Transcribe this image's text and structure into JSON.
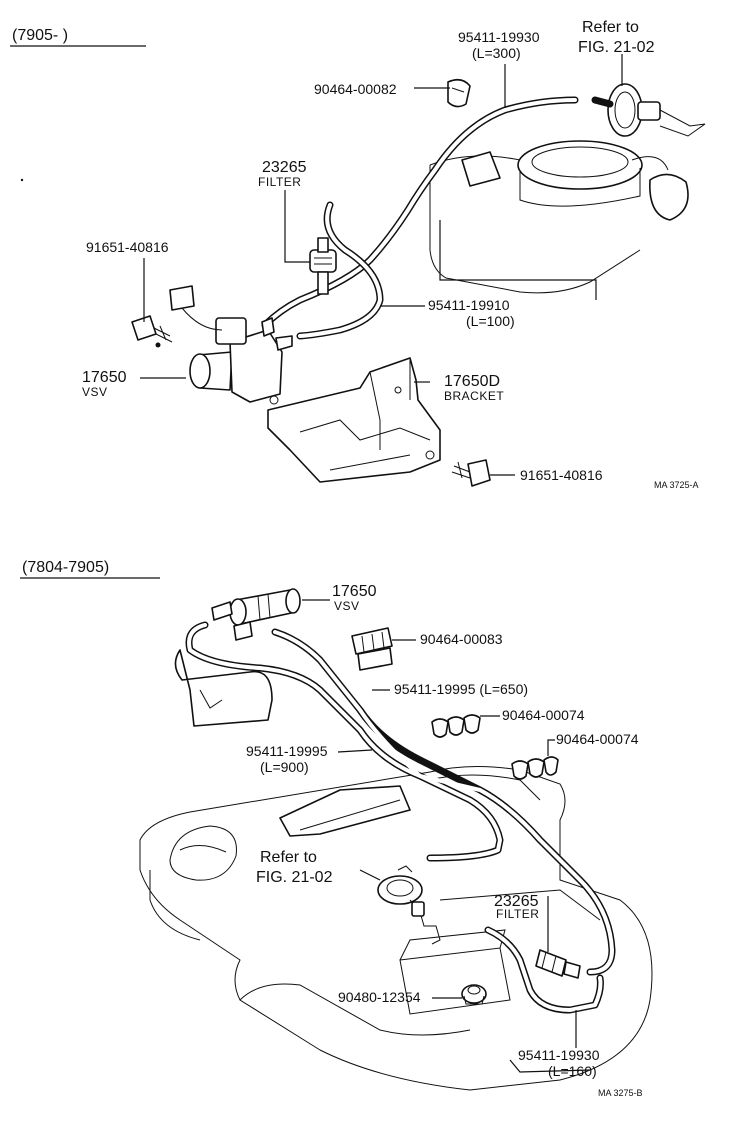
{
  "top_section": {
    "range_label": "(7905-        )",
    "ref_code": "MA 3725-A",
    "callouts": {
      "hose_95411_19930": {
        "part": "95411-19930",
        "spec": "(L=300)"
      },
      "refer_fig": {
        "line1": "Refer to",
        "line2": "FIG. 21-02"
      },
      "clip_90464_00082": {
        "part": "90464-00082"
      },
      "filter_23265": {
        "part": "23265",
        "name": "FILTER"
      },
      "bolt_91651_40816_a": {
        "part": "91651-40816"
      },
      "hose_95411_19910": {
        "part": "95411-19910",
        "spec": "(L=100)"
      },
      "vsv_17650": {
        "part": "17650",
        "name": "VSV"
      },
      "bracket_17650d": {
        "part": "17650D",
        "name": "BRACKET"
      },
      "bolt_91651_40816_b": {
        "part": "91651-40816"
      }
    }
  },
  "bottom_section": {
    "range_label": "(7804-7905)",
    "ref_code": "MA 3275-B",
    "callouts": {
      "vsv_17650": {
        "part": "17650",
        "name": "VSV"
      },
      "clip_90464_00083": {
        "part": "90464-00083"
      },
      "hose_95411_19995_650": {
        "part": "95411-19995 (L=650)"
      },
      "clip_90464_00074_a": {
        "part": "90464-00074"
      },
      "clip_90464_00074_b": {
        "part": "90464-00074"
      },
      "hose_95411_19995_900": {
        "part": "95411-19995",
        "spec": "(L=900)"
      },
      "refer_fig": {
        "line1": "Refer to",
        "line2": "FIG. 21-02"
      },
      "filter_23265": {
        "part": "23265",
        "name": "FILTER"
      },
      "grommet_90480_12354": {
        "part": "90480-12354"
      },
      "hose_95411_19930": {
        "part": "95411-19930",
        "spec": "(L=160)"
      }
    }
  }
}
